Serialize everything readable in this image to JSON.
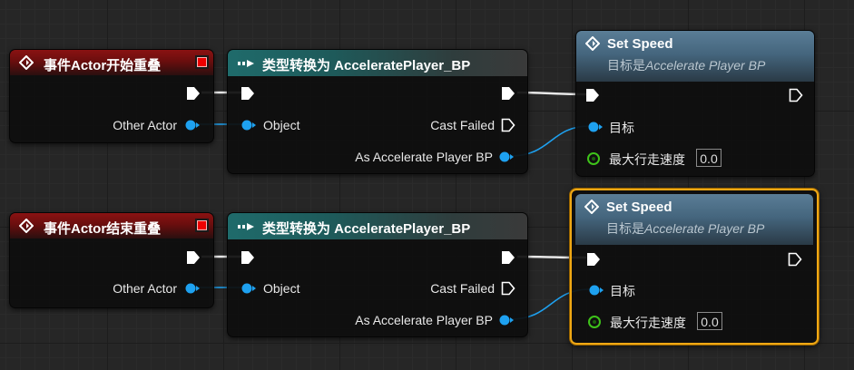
{
  "rows": [
    {
      "event": {
        "title": "事件Actor开始重叠",
        "other_actor_label": "Other Actor"
      },
      "cast": {
        "title": "类型转换为 AcceleratePlayer_BP",
        "object_label": "Object",
        "cast_failed_label": "Cast Failed",
        "as_label": "As Accelerate Player BP"
      },
      "setspeed": {
        "title": "Set Speed",
        "subtitle_prefix": "目标是",
        "subtitle_target": "Accelerate Player BP",
        "target_label": "目标",
        "speed_label": "最大行走速度",
        "speed_value": "0.0",
        "selected": false
      }
    },
    {
      "event": {
        "title": "事件Actor结束重叠",
        "other_actor_label": "Other Actor"
      },
      "cast": {
        "title": "类型转换为 AcceleratePlayer_BP",
        "object_label": "Object",
        "cast_failed_label": "Cast Failed",
        "as_label": "As Accelerate Player BP"
      },
      "setspeed": {
        "title": "Set Speed",
        "subtitle_prefix": "目标是",
        "subtitle_target": "Accelerate Player BP",
        "target_label": "目标",
        "speed_label": "最大行走速度",
        "speed_value": "0.0",
        "selected": true
      }
    }
  ],
  "colors": {
    "event_header": "#8a1212",
    "cast_header": "#1f6b6b",
    "func_header": "#5a7d96",
    "object_pin": "#1ea1f0",
    "float_pin": "#3ec31a",
    "selection": "#f0a814"
  },
  "icons": {
    "event": "event-diamond-icon",
    "cast": "cast-arrow-icon",
    "func": "function-diamond-icon"
  }
}
